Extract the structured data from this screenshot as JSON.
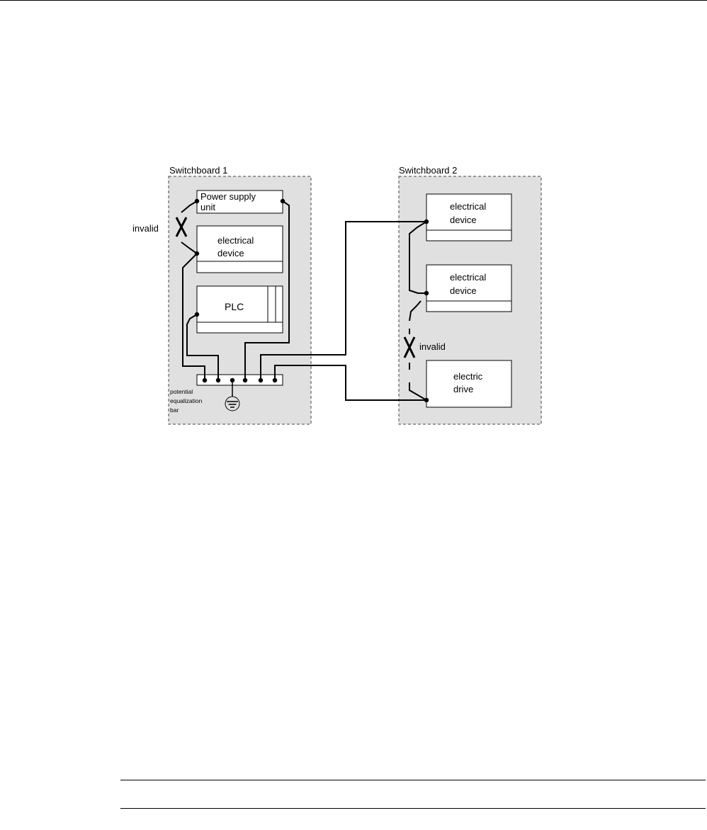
{
  "switchboard1": {
    "title": "Switchboard 1",
    "psu_line1": "Power supply",
    "psu_line2": "unit",
    "device_line1": "electrical",
    "device_line2": "device",
    "plc": "PLC",
    "invalid": "invalid",
    "bar_line1": "potential",
    "bar_line2": "equalization",
    "bar_line3": "bar"
  },
  "switchboard2": {
    "title": "Switchboard 2",
    "device1_line1": "electrical",
    "device1_line2": "device",
    "device2_line1": "electrical",
    "device2_line2": "device",
    "invalid": "invalid",
    "drive_line1": "electric",
    "drive_line2": "drive"
  },
  "icons": {
    "ground": "ground-icon",
    "invalid_marker": "x-mark-icon"
  }
}
